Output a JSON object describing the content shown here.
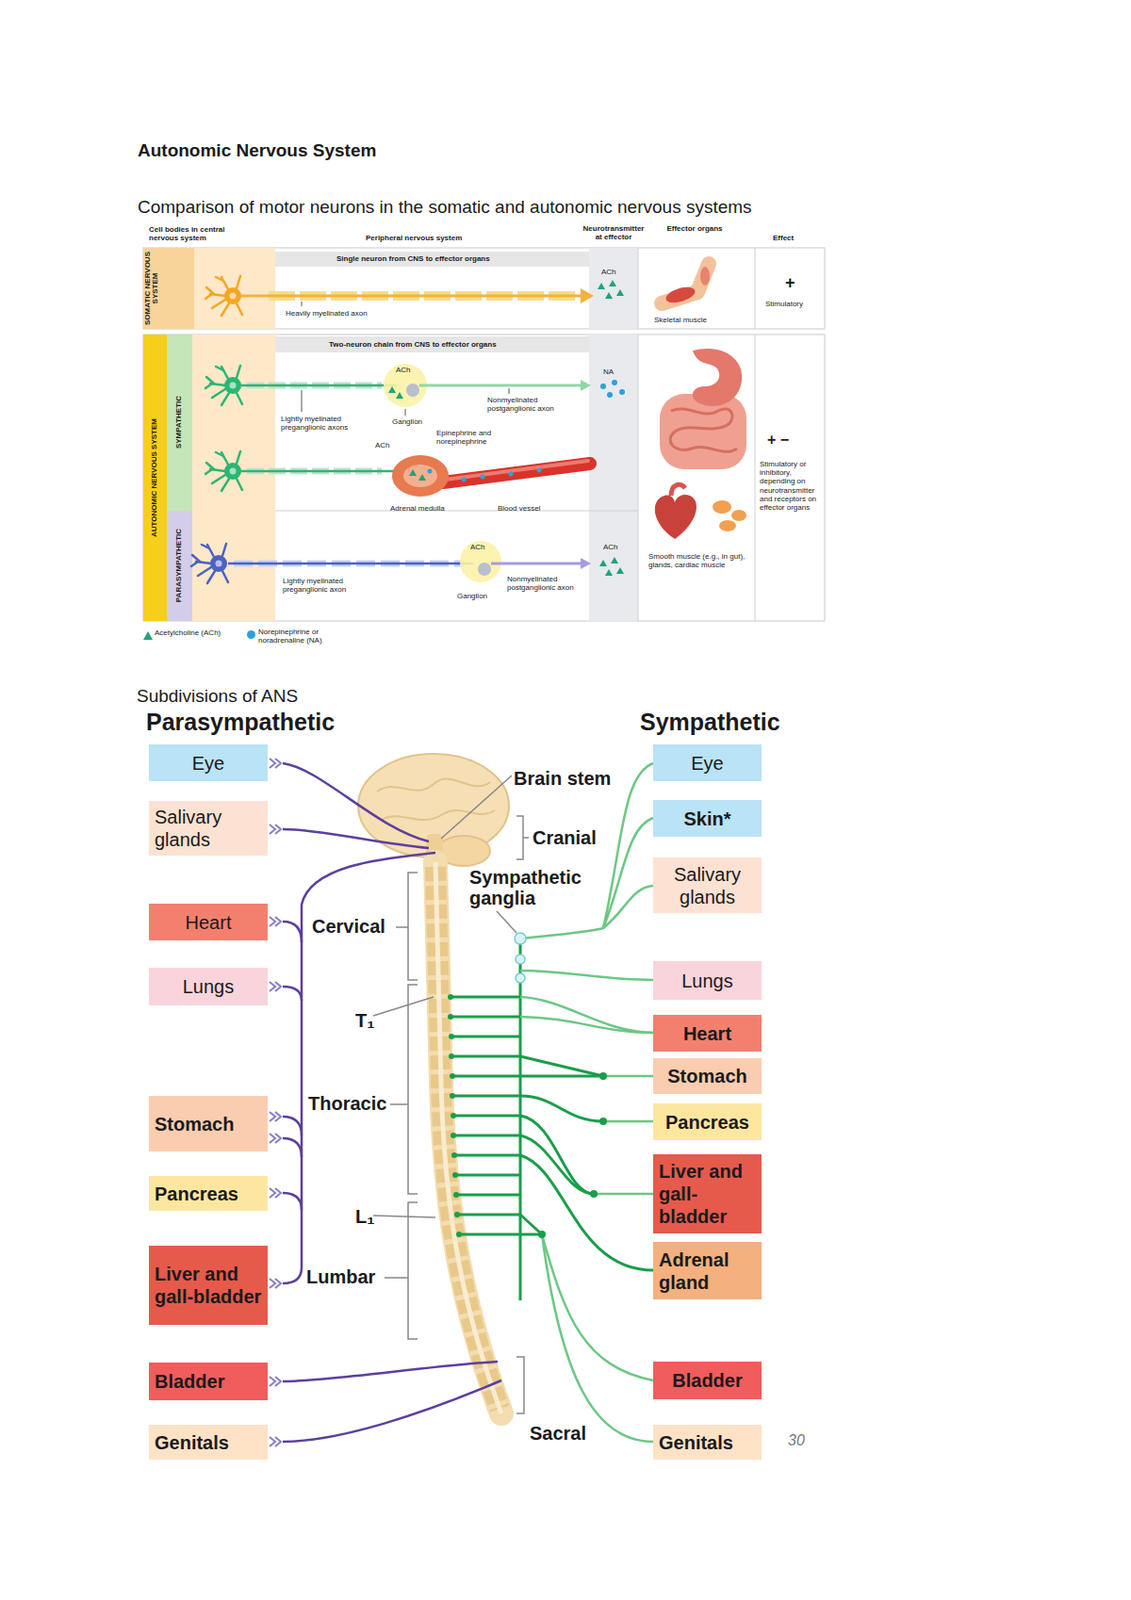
{
  "diagram": {
    "title": "Autonomic Nervous System",
    "nodes": [
      {
        "text": [
          "Eye"
        ]
      },
      {
        "text": [
          "Salivary glands"
        ]
      },
      {
        "text": [
          "Heart"
        ]
      },
      {
        "text": [
          "Lungs"
        ]
      },
      {
        "text": [
          "Stomach"
        ]
      },
      {
        "text": [
          "Pancreas"
        ]
      },
      {
        "text": [
          "Liver and gall-bladder"
        ]
      },
      {
        "text": [
          "Bladder"
        ]
      },
      {
        "text": [
          "Genitals"
        ]
      },
      {
        "text": [
          "Eye"
        ]
      },
      {
        "text": [
          "Skin*"
        ]
      },
      {
        "text": [
          "Salivary glands"
        ]
      },
      {
        "text": [
          "Lungs"
        ]
      },
      {
        "text": [
          "Heart"
        ]
      },
      {
        "text": [
          "Stomach"
        ]
      },
      {
        "text": [
          "Pancreas"
        ]
      },
      {
        "text": [
          "Liver and gall-bladder"
        ]
      },
      {
        "text": [
          "Adrenal gland"
        ]
      },
      {
        "text": [
          "Bladder"
        ]
      },
      {
        "text": [
          "Genitals"
        ]
      }
    ],
    "labels": [
      "Comparison of motor neurons in the somatic and autonomic nervous systems",
      "Cell bodies in central nervous system",
      "Peripheral nervous system",
      "Neurotransmitter at effector",
      "Effector organs",
      "Effect",
      "SOMATIC NERVOUS SYSTEM",
      "Single neuron from CNS to effector organs",
      "Heavily myelinated axon",
      "ACh",
      "Skeletal muscle",
      "+",
      "Stimulatory",
      "AUTONOMIC NERVOUS SYSTEM",
      "SYMPATHETIC",
      "Two-neuron chain from CNS to effector organs",
      "ACh",
      "Lightly myelinated preganglionic axons",
      "Ganglion",
      "Nonmyelinated postganglionic axon",
      "NA",
      "Epinephrine and norepinephrine",
      "ACh",
      "Adrenal medulla",
      "Blood vessel",
      "+ −",
      "Stimulatory or inhibitory, depending on neurotransmitter and receptors on effector organs",
      "Smooth muscle (e.g., in gut), glands, cardiac muscle",
      "PARASYMPATHETIC",
      "ACh",
      "Lightly myelinated preganglionic axon",
      "Ganglion",
      "Nonmyelinated postganglionic axon",
      "ACh",
      "Subdivisions of ANS",
      "Parasympathetic",
      "Sympathetic",
      "Brain stem",
      "Cranial",
      "Sympathetic ganglia",
      "Cervical",
      "T₁",
      "Thoracic",
      "L₁",
      "Lumbar",
      "Sacral",
      "30"
    ],
    "legend": [
      {
        "text": "Acetylcholine (ACh)",
        "color": "#1fa37f"
      },
      {
        "text": "Norepinephrine or noradrenaline (NA)",
        "color": "#2aa3d8"
      }
    ]
  }
}
